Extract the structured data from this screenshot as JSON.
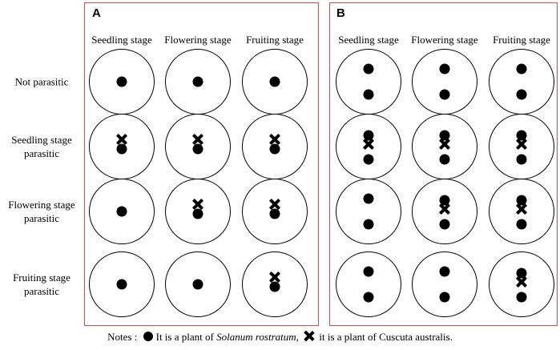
{
  "column_labels": [
    "Seedling stage",
    "Flowering stage",
    "Fruiting stage"
  ],
  "row_labels": [
    "Not parasitic",
    "Seedling stage\nparasitic",
    "Flowering stage\nparasitic",
    "Fruiting stage\nparasitic"
  ],
  "panels": [
    {
      "letter": "A",
      "cells": [
        [
          [
            "dot"
          ],
          [
            "dot"
          ],
          [
            "dot"
          ]
        ],
        [
          [
            "cross",
            "dot"
          ],
          [
            "cross",
            "dot"
          ],
          [
            "cross",
            "dot"
          ]
        ],
        [
          [
            "dot"
          ],
          [
            "cross",
            "dot"
          ],
          [
            "cross",
            "dot"
          ]
        ],
        [
          [
            "dot"
          ],
          [
            "dot"
          ],
          [
            "cross",
            "dot"
          ]
        ]
      ]
    },
    {
      "letter": "B",
      "cells": [
        [
          [
            "dot",
            "dot"
          ],
          [
            "dot",
            "dot"
          ],
          [
            "dot",
            "dot"
          ]
        ],
        [
          [
            "dot",
            "cross",
            "dot"
          ],
          [
            "dot",
            "cross",
            "dot"
          ],
          [
            "dot",
            "cross",
            "dot"
          ]
        ],
        [
          [
            "dot",
            "dot"
          ],
          [
            "dot",
            "cross",
            "dot"
          ],
          [
            "dot",
            "cross",
            "dot"
          ]
        ],
        [
          [
            "dot",
            "dot"
          ],
          [
            "dot",
            "dot"
          ],
          [
            "dot",
            "cross",
            "dot"
          ]
        ]
      ]
    }
  ],
  "notes": {
    "prefix": "Notes :",
    "dot_text_pre": "It is a plant of ",
    "dot_species": "Solanum rostratum",
    "separator": ",",
    "cross_text": "it is a plant of Cuscuta australis."
  }
}
